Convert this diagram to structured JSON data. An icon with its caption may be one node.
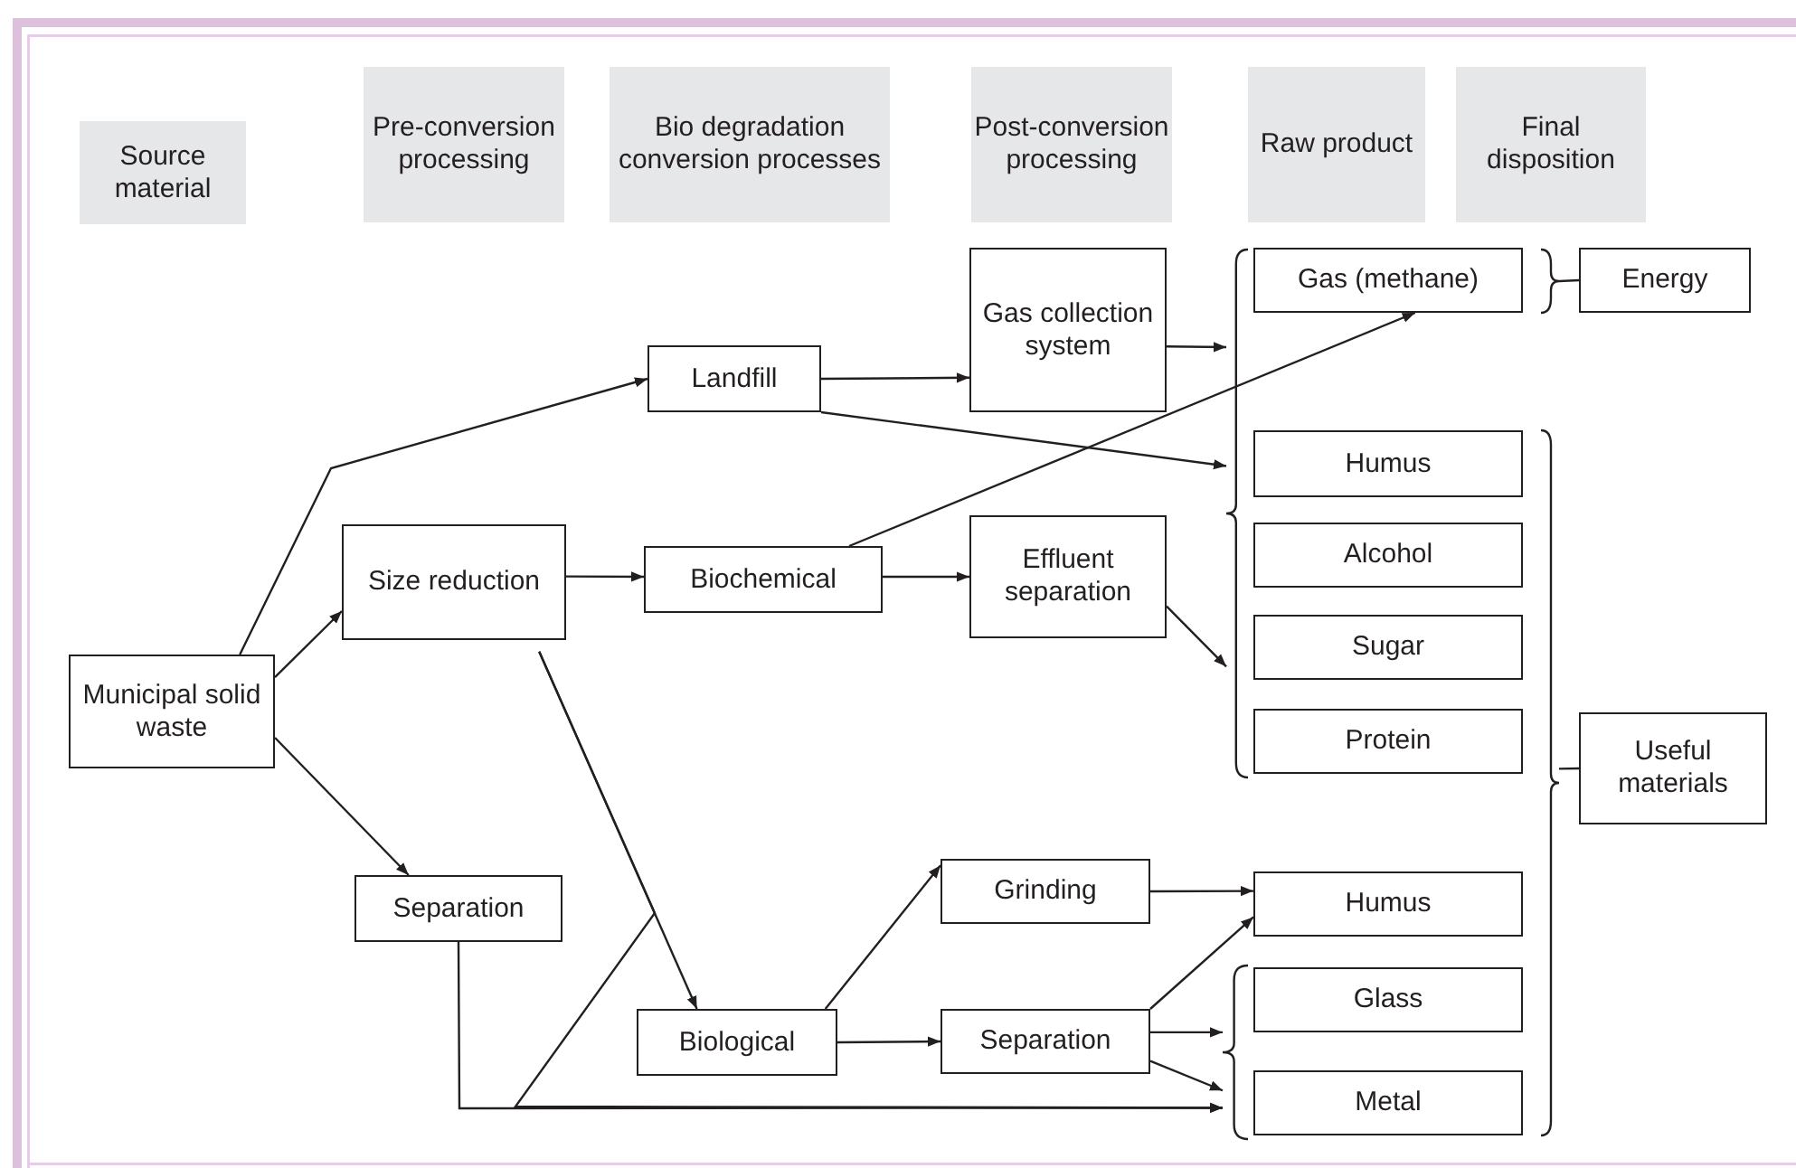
{
  "diagram": {
    "nodes": [
      {
        "text": [
          "Source material"
        ]
      },
      {
        "text": [
          "Pre-conversion processing"
        ]
      },
      {
        "text": [
          "Bio degradation conversion processes"
        ]
      },
      {
        "text": [
          "Post-conversion processing"
        ]
      },
      {
        "text": [
          "Raw product"
        ]
      },
      {
        "text": [
          "Final disposition"
        ]
      },
      {
        "text": [
          "Municipal solid waste"
        ]
      },
      {
        "text": [
          "Size reduction"
        ]
      },
      {
        "text": [
          "Separation"
        ]
      },
      {
        "text": [
          "Landfill"
        ]
      },
      {
        "text": [
          "Biochemical"
        ]
      },
      {
        "text": [
          "Biological"
        ]
      },
      {
        "text": [
          "Gas collection system"
        ]
      },
      {
        "text": [
          "Effluent separation"
        ]
      },
      {
        "text": [
          "Grinding"
        ]
      },
      {
        "text": [
          "Separation"
        ]
      },
      {
        "text": [
          "Gas (methane)"
        ]
      },
      {
        "text": [
          "Humus"
        ]
      },
      {
        "text": [
          "Alcohol"
        ]
      },
      {
        "text": [
          "Sugar"
        ]
      },
      {
        "text": [
          "Protein"
        ]
      },
      {
        "text": [
          "Humus"
        ]
      },
      {
        "text": [
          "Glass"
        ]
      },
      {
        "text": [
          "Metal"
        ]
      },
      {
        "text": [
          "Energy"
        ]
      },
      {
        "text": [
          "Useful materials"
        ]
      },
      {
        "text": [],
        "shape": "brace"
      },
      {
        "text": [],
        "shape": "brace"
      },
      {
        "text": [],
        "shape": "brace"
      },
      {
        "text": [],
        "shape": "brace"
      }
    ],
    "edges": [
      {
        "from": 6,
        "to": 9,
        "arrow": "to"
      },
      {
        "from": 6,
        "to": 7,
        "arrow": "to"
      },
      {
        "from": 6,
        "to": 8,
        "arrow": "to"
      },
      {
        "from": 7,
        "to": 10,
        "arrow": "to"
      },
      {
        "from": 7,
        "to": 11,
        "arrow": "to"
      },
      {
        "from": 9,
        "to": 12,
        "arrow": "to"
      },
      {
        "from": 9,
        "to": 26,
        "arrow": "to"
      },
      {
        "from": 10,
        "to": 16,
        "arrow": "to"
      },
      {
        "from": 10,
        "to": 13,
        "arrow": "to"
      },
      {
        "from": 13,
        "to": 26,
        "arrow": "to"
      },
      {
        "from": 12,
        "to": 26,
        "arrow": "to"
      },
      {
        "from": 11,
        "to": 14,
        "arrow": "to"
      },
      {
        "from": 11,
        "to": 15,
        "arrow": "to"
      },
      {
        "from": 14,
        "to": 21,
        "arrow": "to"
      },
      {
        "from": 15,
        "to": 21,
        "arrow": "to"
      },
      {
        "from": 15,
        "to": 29,
        "arrow": "to"
      },
      {
        "from": 15,
        "to": 29,
        "arrow": "to"
      },
      {
        "from": 8,
        "to": 29,
        "arrow": "to"
      },
      {
        "from": 7,
        "to": 29,
        "arrow": "to"
      },
      {
        "from": 27,
        "to": 24,
        "arrow": "none"
      },
      {
        "from": 28,
        "to": 25,
        "arrow": "none"
      }
    ]
  }
}
